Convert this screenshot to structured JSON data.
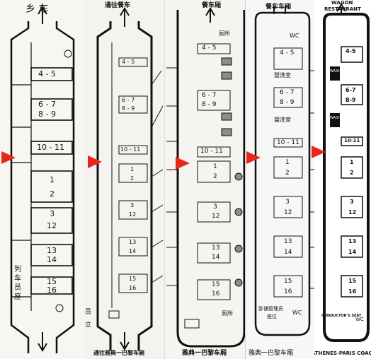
{
  "panels": [
    {
      "top_label": "乡 车",
      "bottom_label": "",
      "compartments": [
        "4 - 5",
        "6 - 7",
        "8 - 9",
        "10 - 11",
        "1",
        "2",
        "3",
        "12",
        "13",
        "14",
        "15",
        "16"
      ],
      "side_labels": [
        "列",
        "车",
        "员",
        "座"
      ]
    },
    {
      "top_label": "通往餐车",
      "bottom_label": "通往雅典一巴黎车厢",
      "compartments": [
        "4 - 5",
        "6 - 7",
        "8 - 9",
        "10 - 11",
        "1",
        "2",
        "3",
        "12",
        "13",
        "14",
        "15",
        "16"
      ],
      "side_labels": [
        "员",
        "立"
      ]
    },
    {
      "top_label": "餐车厢",
      "bottom_label": "雅典一巴黎车厢",
      "compartments": [
        "4 - 5",
        "6 - 7",
        "8 - 9",
        "10 - 11",
        "1",
        "2",
        "3",
        "12",
        "13",
        "14",
        "15",
        "16"
      ],
      "side_labels": [
        "厕所",
        "厕所"
      ]
    },
    {
      "top_label": "餐车车厢",
      "bottom_label": "雅典一巴黎车厢",
      "compartments": [
        "4 - 5",
        "6 - 7",
        "8 - 9",
        "10 - 11",
        "1",
        "2",
        "3",
        "12",
        "13",
        "14",
        "15",
        "16"
      ],
      "side_labels": [
        "盥洗室",
        "盥洗室",
        "卧铺管理员",
        "座位"
      ],
      "wc": "WC"
    },
    {
      "top_label_1": "WAGON",
      "top_label_2": "RESTAURANT",
      "bottom_label": "ATHENES-PARIS COACH",
      "compartments": [
        "4-5",
        "6-7",
        "8-9",
        "10-11",
        "1",
        "2",
        "3",
        "12",
        "13",
        "14",
        "15",
        "16"
      ],
      "side_labels": [
        "WASH ROOM",
        "WASH ROOM"
      ],
      "conductor_label": "CONDUCTOR'S SEAT",
      "wc": "WC"
    }
  ],
  "colors": {
    "arrow": "#e8261c",
    "line": "#111111",
    "grey_box": "#8c8c8c"
  }
}
